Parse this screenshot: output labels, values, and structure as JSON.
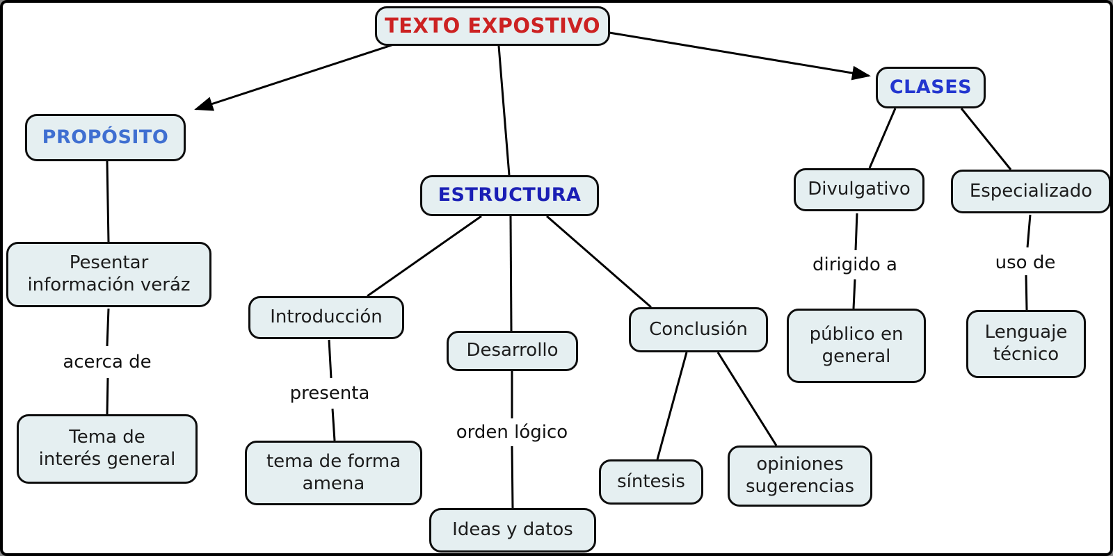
{
  "diagram_title": "TEXTO EXPOSTIVO",
  "colors": {
    "title_text": "#cc2222",
    "proposito_text": "#3f6fd1",
    "estructura_text": "#1a1fb5",
    "clases_text": "#2336cf",
    "node_fill": "#e5eff1",
    "node_border": "#0d0d0d",
    "line": "#000000",
    "background": "#ffffff"
  },
  "nodes": {
    "texto_expostivo": "TEXTO EXPOSTIVO",
    "proposito": "PROPÓSITO",
    "estructura": "ESTRUCTURA",
    "clases": "CLASES",
    "pesentar": "Pesentar\ninformación veráz",
    "tema_interes": "Tema de\ninterés general",
    "introduccion": "Introducción",
    "tema_forma_amena": "tema de forma\namena",
    "desarrollo": "Desarrollo",
    "ideas_datos": "Ideas y datos",
    "conclusion": "Conclusión",
    "sintesis": "síntesis",
    "opiniones": "opiniones\nsugerencias",
    "divulgativo": "Divulgativo",
    "especializado": "Especializado",
    "publico_general": "público en\ngeneral",
    "lenguaje_tecnico": "Lenguaje\ntécnico"
  },
  "edge_labels": {
    "acerca_de": "acerca de",
    "presenta": "presenta",
    "orden_logico": "orden lógico",
    "dirigido_a": "dirigido a",
    "uso_de": "uso de"
  }
}
